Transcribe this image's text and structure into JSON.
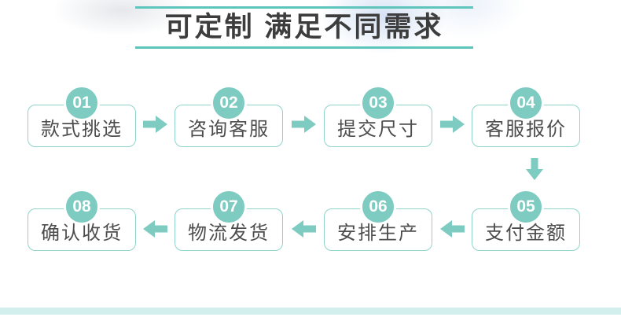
{
  "title": {
    "text": "可定制 满足不同需求"
  },
  "flow": {
    "row1": [
      {
        "num": "01",
        "label": "款式挑选"
      },
      {
        "num": "02",
        "label": "咨询客服"
      },
      {
        "num": "03",
        "label": "提交尺寸"
      },
      {
        "num": "04",
        "label": "客服报价"
      }
    ],
    "row2": [
      {
        "num": "08",
        "label": "确认收货"
      },
      {
        "num": "07",
        "label": "物流发货"
      },
      {
        "num": "06",
        "label": "安排生产"
      },
      {
        "num": "05",
        "label": "支付金额"
      }
    ]
  },
  "icons": {
    "right_arrow": "arrow-right-icon",
    "left_arrow": "arrow-left-icon",
    "down_arrow": "arrow-down-icon"
  },
  "colors": {
    "teal": "#7ecbc2",
    "box_border": "#8fd3cb",
    "title_line": "#5ec5bc",
    "title_text": "#3d3d3d",
    "step_text": "#4d4d4d",
    "badge_text": "#ffffff",
    "footer_bar": "#d3efed",
    "background": "#ffffff"
  }
}
